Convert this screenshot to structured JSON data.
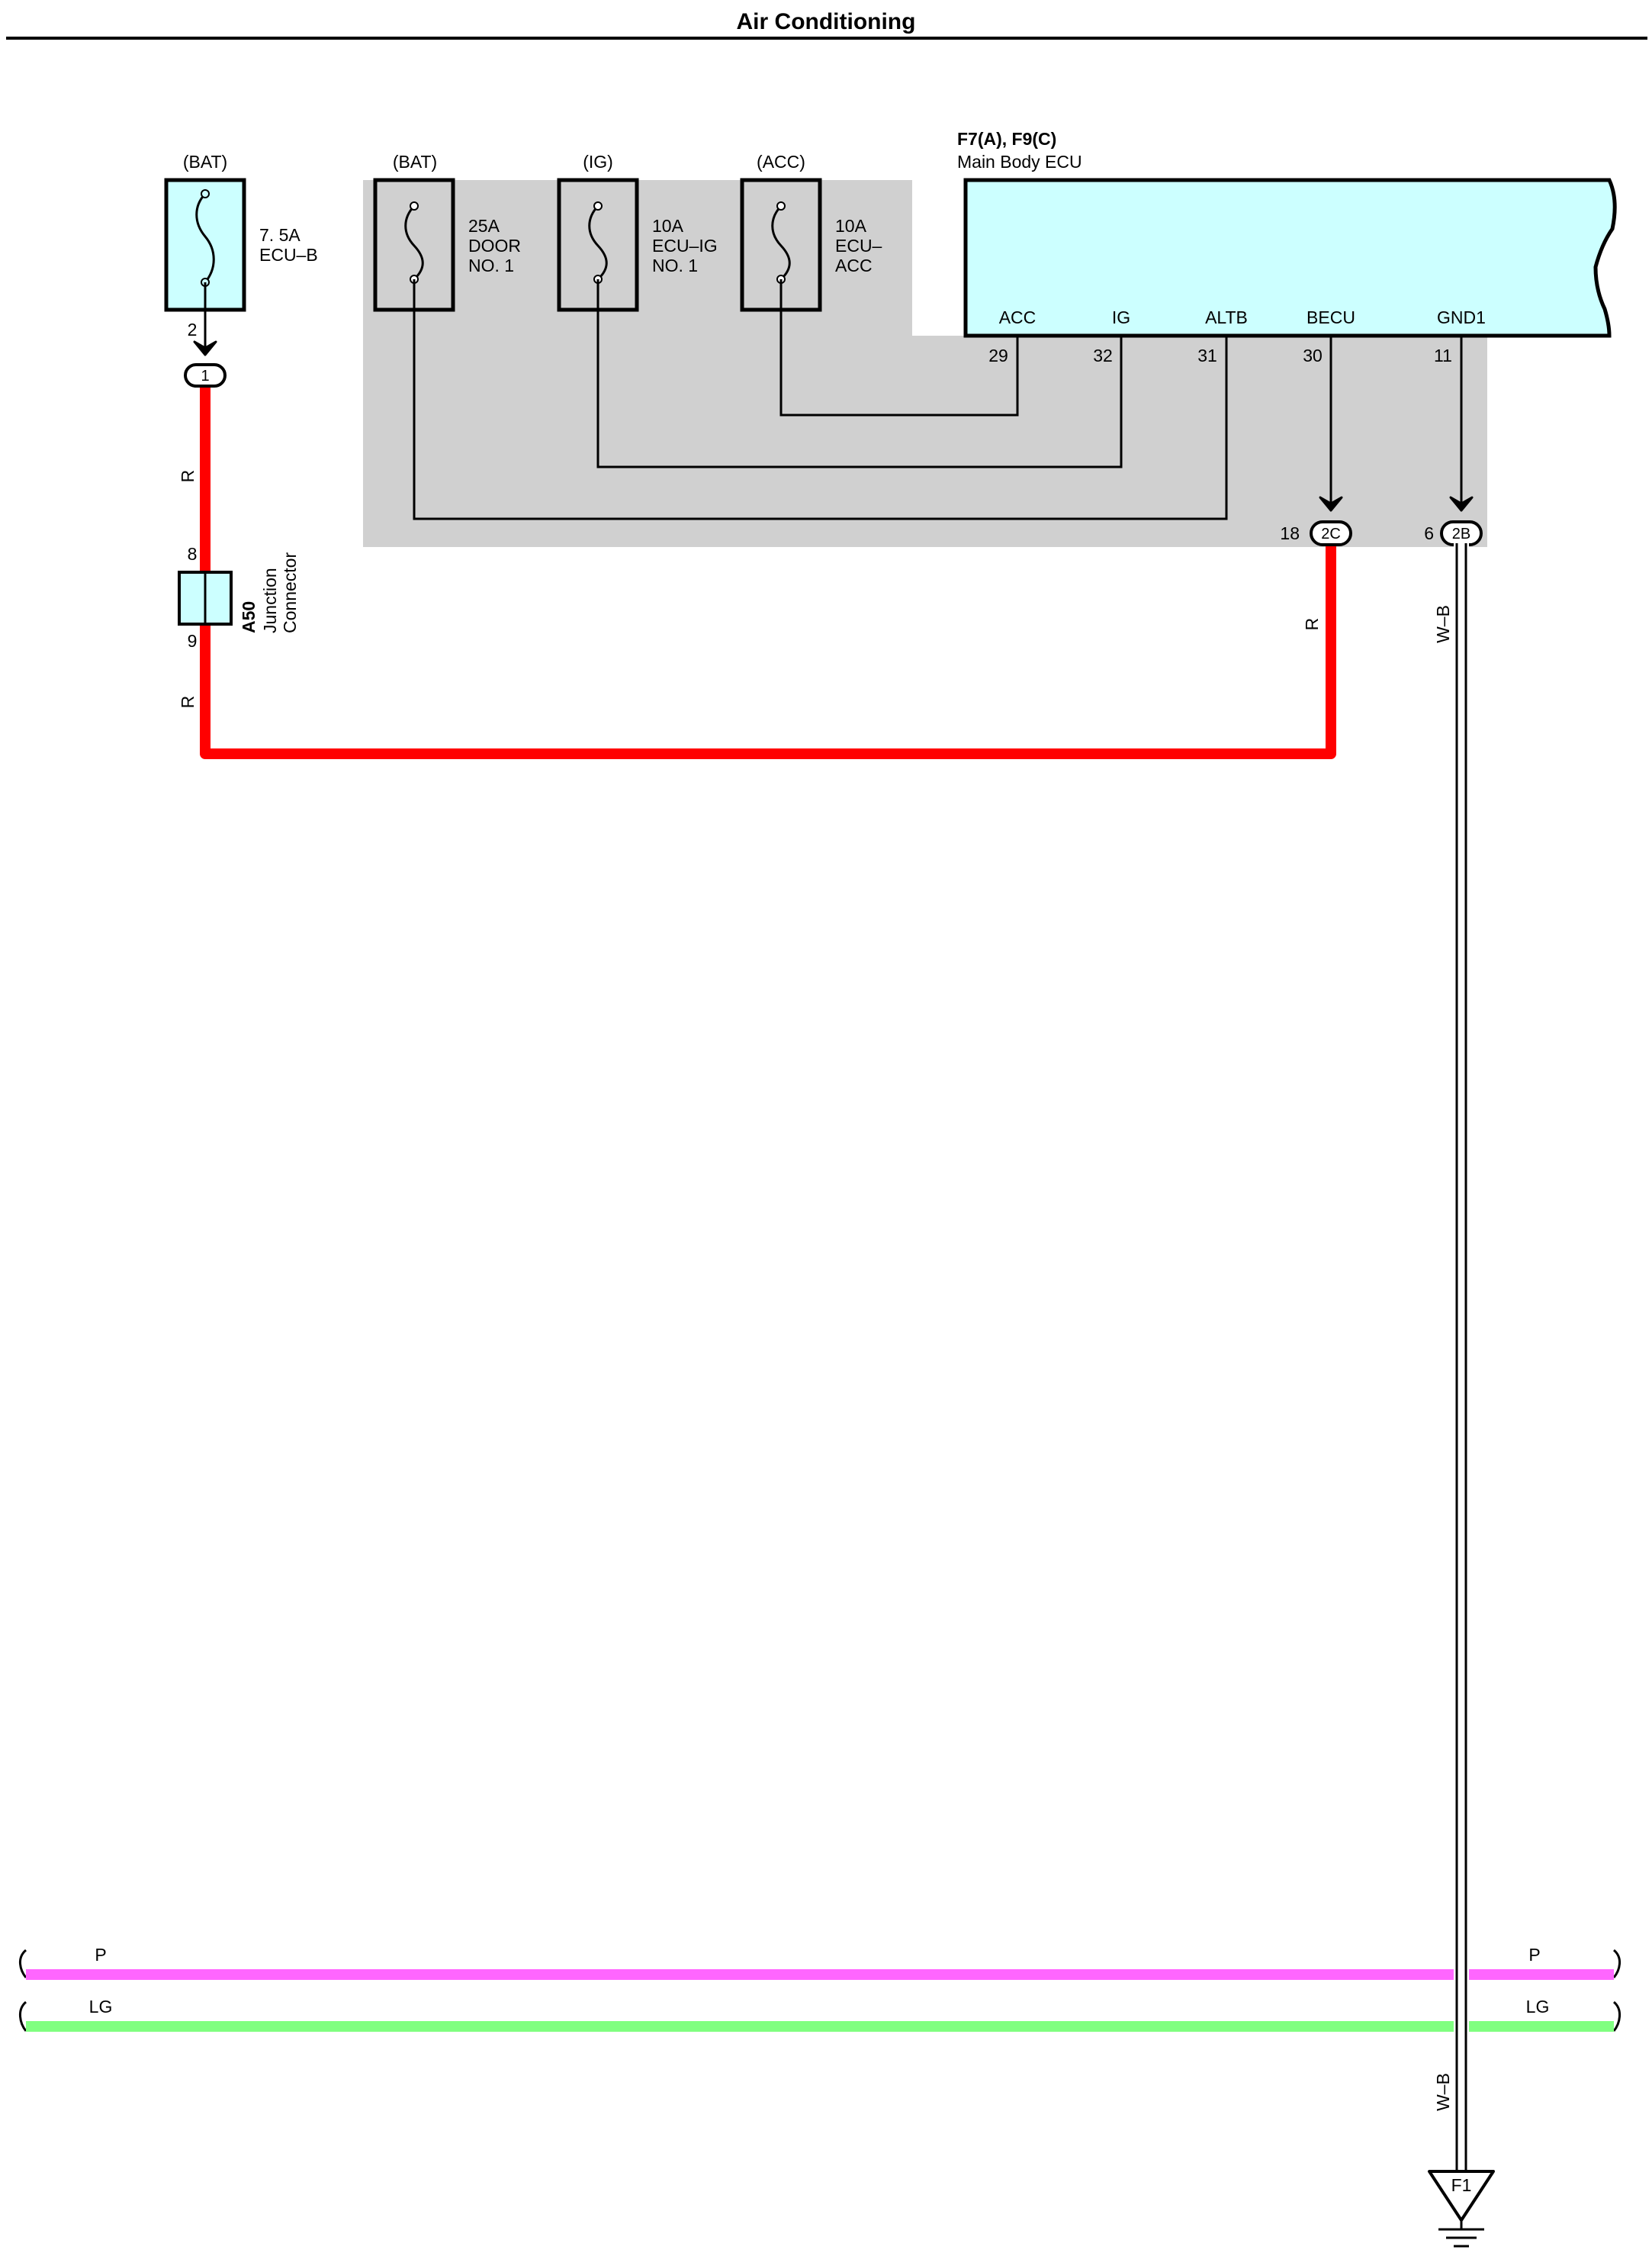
{
  "title": "Air Conditioning",
  "colors": {
    "fuse_fill": "#ccffff",
    "ecu_fill": "#ccffff",
    "shade": "#d0d0d0",
    "wire_red": "#ff0000",
    "wire_pink": "#ff66ff",
    "wire_lightgreen": "#80ff80",
    "wire_black": "#000000"
  },
  "fuses": [
    {
      "source": "(BAT)",
      "rating": "7. 5A",
      "name_l1": "ECU–B",
      "name_l2": "",
      "out_pin": "2"
    },
    {
      "source": "(BAT)",
      "rating": "25A",
      "name_l1": "DOOR",
      "name_l2": "NO. 1"
    },
    {
      "source": "(IG)",
      "rating": "10A",
      "name_l1": "ECU–IG",
      "name_l2": "NO. 1"
    },
    {
      "source": "(ACC)",
      "rating": "10A",
      "name_l1": "ECU–",
      "name_l2": "ACC"
    }
  ],
  "ecu": {
    "code": "F7(A), F9(C)",
    "name": "Main Body ECU",
    "terminals": [
      {
        "label": "ACC",
        "pin": "29"
      },
      {
        "label": "IG",
        "pin": "32"
      },
      {
        "label": "ALTB",
        "pin": "31"
      },
      {
        "label": "BECU",
        "pin": "30"
      },
      {
        "label": "GND1",
        "pin": "11"
      }
    ]
  },
  "connectors": [
    {
      "id": "1",
      "pin": ""
    },
    {
      "id": "2C",
      "pin": "18"
    },
    {
      "id": "2B",
      "pin": "6"
    }
  ],
  "junction": {
    "code": "A50",
    "name_l1": "Junction",
    "name_l2": "Connector",
    "pin_in": "8",
    "pin_out": "9"
  },
  "wire_labels": {
    "red_upper": "R",
    "red_lower": "R",
    "red_right": "R",
    "wb_upper": "W–B",
    "wb_lower": "W–B",
    "pink_left": "P",
    "pink_right": "P",
    "green_left": "LG",
    "green_right": "LG"
  },
  "ground": {
    "label": "F1"
  }
}
